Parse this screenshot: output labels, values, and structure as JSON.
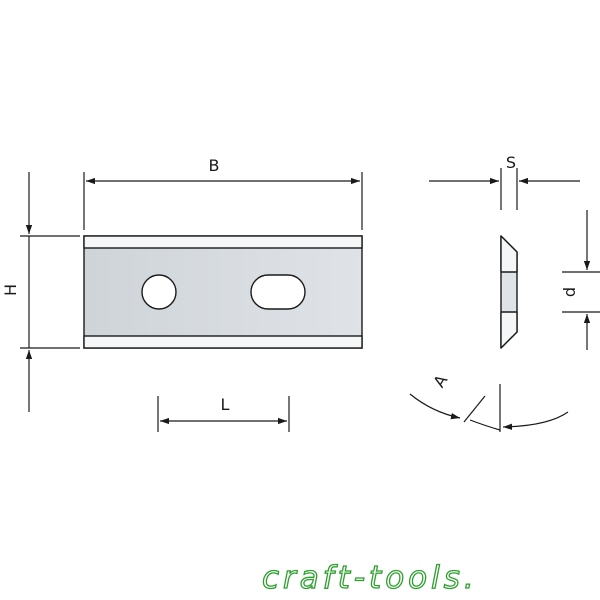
{
  "dimensions": {
    "width_label": "B",
    "height_label": "H",
    "slot_label": "L",
    "thickness_label": "S",
    "bevel_label": "d",
    "angle_label": "A"
  },
  "brand": {
    "text": "craft-tools."
  },
  "colors": {
    "line": "#1a1a1a",
    "insert_fill": "#d9dde1",
    "bevel_fill": "#f4f6f8",
    "brand": "#2ea02e"
  }
}
